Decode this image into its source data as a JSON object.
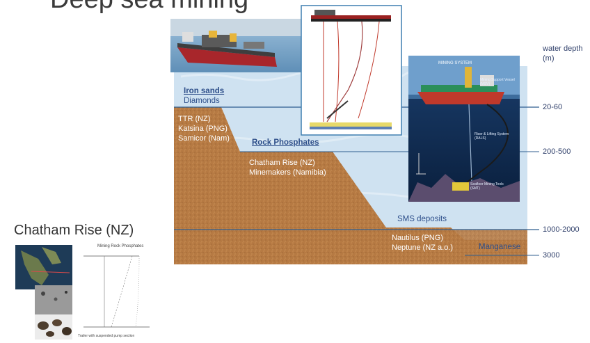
{
  "title": "Deep sea mining",
  "diagram": {
    "shallow_header": "Iron sands",
    "shallow_sub": "Diamonds",
    "shallow_projects": [
      "TTR (NZ)",
      "Katsina (PNG)",
      "Samicor (Nam)"
    ],
    "mid_header": "Rock Phosphates",
    "mid_projects": [
      "Chatham Rise (NZ)",
      "Minemakers (Namibia)"
    ],
    "sms_label": "SMS deposits",
    "deep_projects": [
      "Nautilus (PNG)",
      "Neptune (NZ a.o.)"
    ],
    "manganese_label": "Manganese"
  },
  "depth_axis": {
    "title_line1": "water depth",
    "title_line2": "(m)",
    "ticks": [
      "20-60",
      "200-500",
      "1000-2000",
      "3000"
    ]
  },
  "mining_system_inset": {
    "title": "MINING SYSTEM",
    "vessel_label": "Mining Support Vessel (MSV)",
    "riser_label": "Riser & Lifting System (RALS)",
    "tool_label": "Seafloor Mining Tools (SMT)"
  },
  "chatham_rise": {
    "title": "Chatham Rise (NZ)",
    "chart_title": "Mining Rock Phosphates",
    "chart_caption": "Trailer with suspended pump section"
  },
  "colors": {
    "water": "#c8deef",
    "seabed": "#b67a43",
    "depth_line": "#2f5d8f"
  }
}
